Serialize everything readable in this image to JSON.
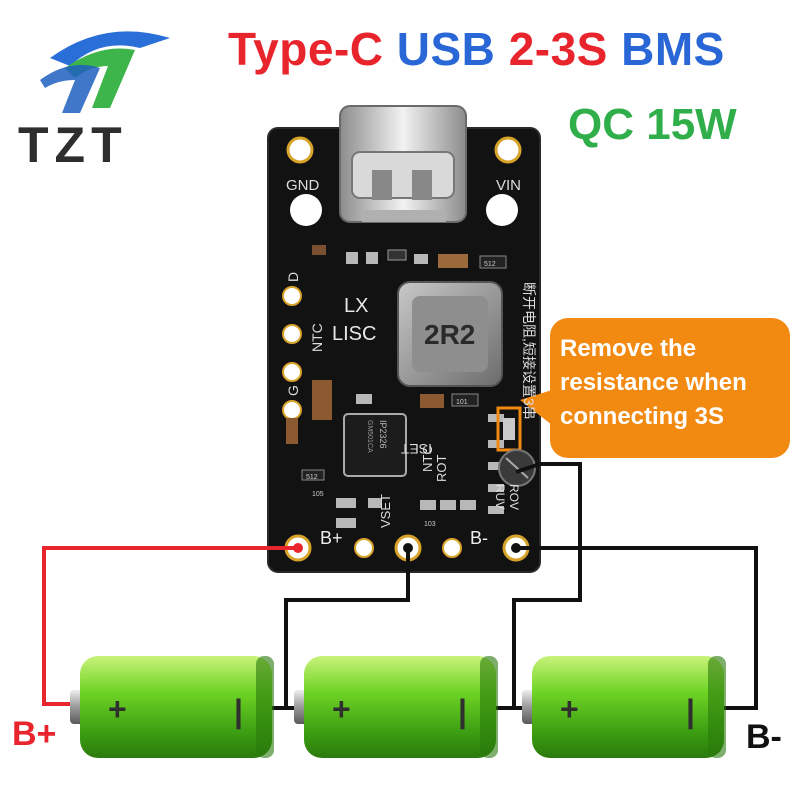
{
  "title": {
    "part1": "Type-C",
    "part2": "USB",
    "part3": "2-3S",
    "part4": "BMS"
  },
  "subtitle": "QC 15W",
  "brand": "TZT",
  "callout": {
    "line1": "Remove the",
    "line2": "resistance when",
    "line3": "connecting 3S"
  },
  "board": {
    "label_gnd": "GND",
    "label_vin": "VIN",
    "label_d": "D",
    "label_ntc": "NTC",
    "label_g": "G",
    "label_lx": "LX",
    "label_lisc": "LISC",
    "inductor": "2R2",
    "chip_line1": "IP2326",
    "chip_line2": "GM501CA",
    "label_iset": "ISET",
    "label_ntc2": "NTC",
    "label_rot": "ROT",
    "label_vset": "VSET",
    "label_rov": "ROV",
    "label_ruv": "RUV",
    "label_bplus": "B+",
    "label_bminus": "B-",
    "side_text": "断开电阻,短接设置3串",
    "smd1": "101",
    "smd2": "512",
    "smd3": "512",
    "smd4": "105",
    "smd5": "103"
  },
  "battery_symbols": {
    "plus": "+",
    "minus": "|"
  },
  "terminals": {
    "bplus": "B+",
    "bminus": "B-"
  },
  "colors": {
    "title_red": "#e8242c",
    "title_blue": "#2a67d6",
    "subtitle_green": "#2fae49",
    "callout_orange": "#f28a12",
    "board_black": "#121212",
    "battery_green": "#66d21a",
    "wire_red": "#e8242c",
    "wire_black": "#111111"
  }
}
